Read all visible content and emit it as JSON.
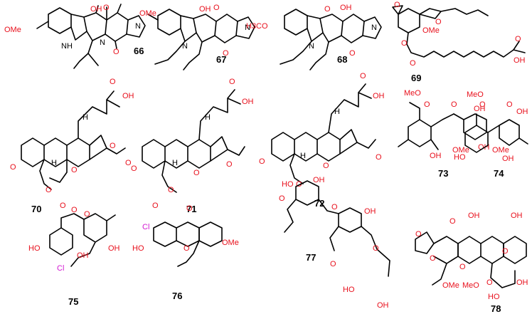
{
  "compound_labels": [
    "66",
    "67",
    "68",
    "69",
    "70",
    "71",
    "72",
    "73",
    "74",
    "75",
    "76",
    "77",
    "78"
  ],
  "atoms": {
    "ome": "OMe",
    "meo": "MeO",
    "h3co": "H3CO",
    "methoxy_text": "OMe",
    "o": "O",
    "oh": "OH",
    "ho": "HO",
    "nh": "NH",
    "n": "N",
    "h": "H",
    "cl": "Cl"
  },
  "colors": {
    "heteroatom": "#e8101c",
    "nitrogen": "#000000",
    "chlorine": "#d21ad2",
    "bond": "#000000"
  }
}
